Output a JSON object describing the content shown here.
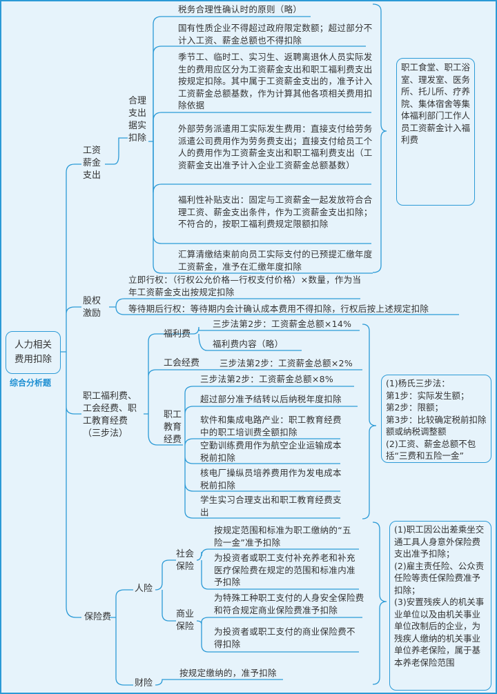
{
  "root": {
    "title": "人力相关费用扣除",
    "tag": "综合分析题"
  },
  "salary": {
    "label": "工资薪金支出",
    "sub": "合理支出据实扣除",
    "items": [
      "税务合理性确认时的原则（略）",
      "国有性质企业不得超过政府限定数额；超过部分不计入工资、薪金总额也不得扣除",
      "季节工、临时工、实习生、返聘离退休人员实际发生的费用应区分为工资薪金支出和职工福利费支出按规定扣除。其中属于工资薪金支出的，准予计入工资薪金总额基数，作为计算其他各项相关费用扣除依据",
      "外部劳务派遣用工实际发生费用：直接支付给劳务派遣公司费用作为劳务费支出；直接支付给员工个人的费用作为工资薪金支出和职工福利费支出（工资薪金支出准予计入企业工资薪金总额基数）",
      "福利性补贴支出：固定与工资薪金一起发放符合合理工资、薪金支出条件，作为工资薪金支出扣除；不符合的，按职工福利费规定限额扣除",
      "汇算清缴结束前向员工实际支付的已预提汇缴年度工资薪金，准予在汇缴年度扣除"
    ],
    "note": "职工食堂、职工浴室、理发室、医务所、托儿所、疗养院、集体宿舍等集体福利部门工作人员工资薪金计入福利费"
  },
  "equity": {
    "label": "股权激励",
    "items": [
      "立即行权：（行权公允价格—行权支付价格）×数量，作为当年工资薪金支出按规定扣除",
      "等待期后行权：等待期内会计确认成本费用不得扣除，行权后按上述规定扣除"
    ]
  },
  "welfare": {
    "label": "职工福利费、工会经费、职工教育经费（三步法）",
    "fuli": {
      "label": "福利费",
      "items": [
        "三步法第2步：工资薪金总额×14%",
        "福利费内容（略）"
      ]
    },
    "union": {
      "label": "工会经费",
      "item": "三步法第2步：工资薪金总额×2%"
    },
    "edu": {
      "label": "职工教育经费",
      "items": [
        "三步法第2步：工资薪金总额×8%",
        "超过部分准予结转以后纳税年度扣除",
        "软件和集成电路产业：职工教育经费中的职工培训费全额扣除",
        "空勤训练费用作为航空企业运输成本税前扣除",
        "核电厂操纵员培养费用作为发电成本税前扣除",
        "学生实习合理支出和职工教育经费支出"
      ]
    },
    "note": [
      "(1)杨氏三步法：",
      "第1步：实际发生额；",
      "第2步：限额；",
      "第3步：比较确定税前扣除额或纳税调整额",
      "(2)工资、薪金总额不包括“三费和五险一金”"
    ]
  },
  "insurance": {
    "label": "保险费",
    "person": "人险",
    "social": "社会保险",
    "commercial": "商业保险",
    "property": "财险",
    "social_items": [
      "按规定范围和标准为职工缴纳的“五险一金”准予扣除",
      "为投资者或职工支付补充养老和补充医疗保险费在规定的范围和标准内准予扣除"
    ],
    "commercial_items": [
      "为特殊工种职工支付的人身安全保险费和符合规定商业保险费准予扣除",
      "为投资者或职工支付的商业保险费不得扣除"
    ],
    "property_item": "按规定缴纳的，准予扣除",
    "note": [
      "(1)职工因公出差乘坐交通工具人身意外保险费支出准予扣除；",
      "(2)雇主责任险、公众责任险等责任保险费准予扣除；",
      "(3)安置残疾人的机关事业单位以及由机关事业单位改制后的企业，为残疾人缴纳的机关事业单位养老保险，属于基本养老保险范围"
    ]
  },
  "colors": {
    "line": "#2b9ad6",
    "bg": "#e6f3fb",
    "tag": "#1e8fd2"
  }
}
